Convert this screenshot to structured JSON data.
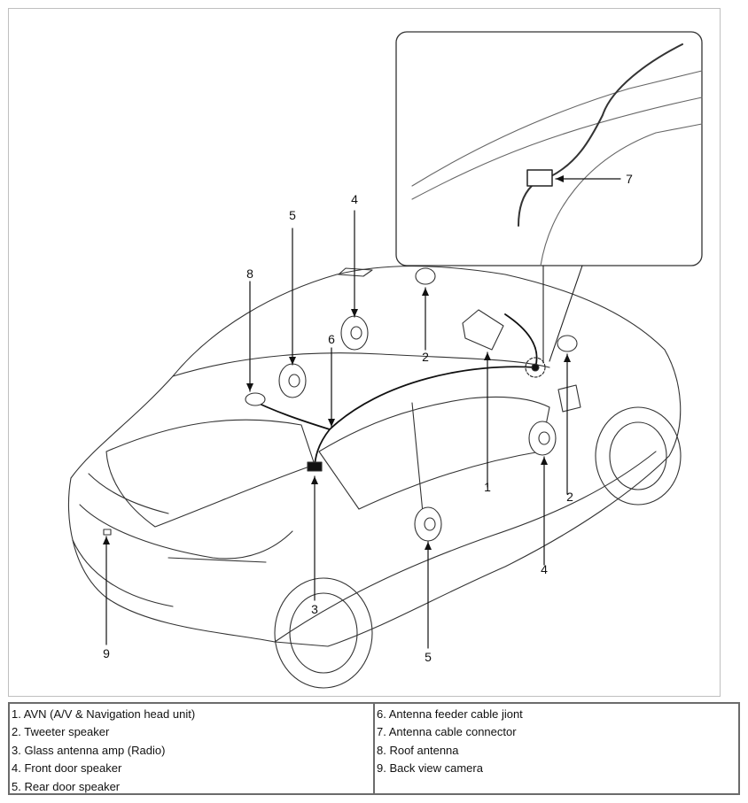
{
  "callouts": {
    "c1": "1",
    "c2a": "2",
    "c2b": "2",
    "c3": "3",
    "c4a": "4",
    "c4b": "4",
    "c5a": "5",
    "c5b": "5",
    "c6": "6",
    "c7": "7",
    "c8": "8",
    "c9": "9"
  },
  "legend": {
    "left": [
      "1. AVN (A/V & Navigation head unit)",
      "2. Tweeter speaker",
      "3. Glass antenna amp (Radio)",
      "4. Front door speaker",
      "5. Rear door speaker"
    ],
    "right": [
      "6. Antenna feeder cable jiont",
      "7. Antenna cable connector",
      "8. Roof antenna",
      "9. Back view camera"
    ]
  }
}
